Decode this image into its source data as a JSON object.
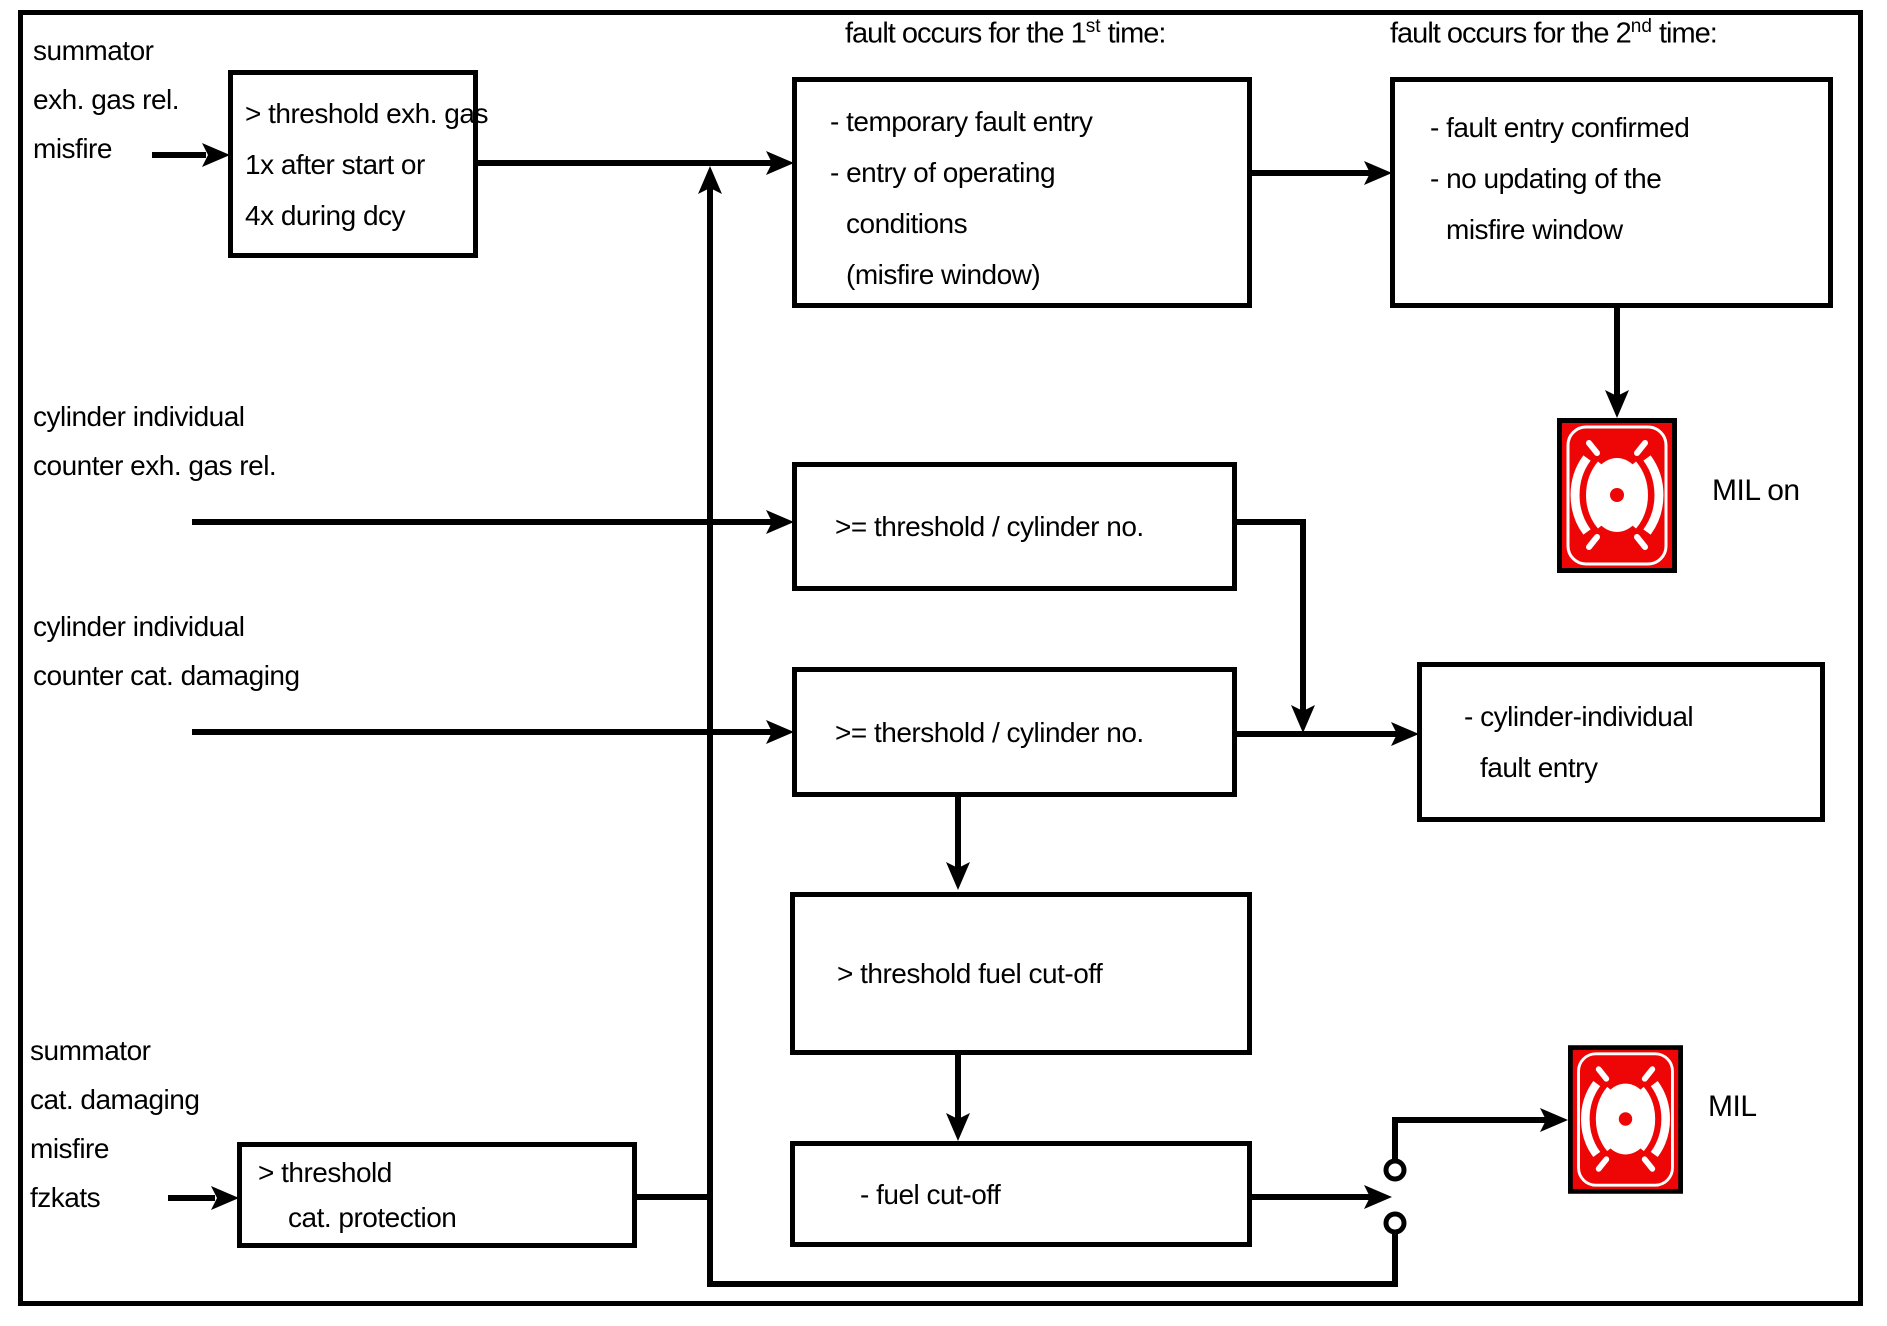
{
  "figure": {
    "headings": {
      "first_time": {
        "prefix": "fault occurs for the 1",
        "ordinal": "st",
        "suffix": " time:"
      },
      "second_time": {
        "prefix": "fault occurs for the 2",
        "ordinal": "nd",
        "suffix": " time:"
      }
    },
    "source_labels": {
      "summator_exh": {
        "lines": [
          "summator",
          "exh. gas rel.",
          "misfire"
        ]
      },
      "cyl_counter_exh": {
        "lines": [
          "cylinder individual",
          "counter exh. gas rel."
        ]
      },
      "cyl_counter_cat": {
        "lines": [
          "cylinder individual",
          "counter cat. damaging"
        ]
      },
      "summator_cat": {
        "lines": [
          "summator",
          "cat. damaging",
          "misfire",
          "fzkats"
        ]
      }
    },
    "boxes": {
      "threshold_exh_gas": {
        "lines": [
          "> threshold exh. gas",
          "1x after start or",
          "4x during dcy"
        ]
      },
      "first_time_actions": {
        "lines": [
          "- temporary fault entry",
          "- entry of operating",
          "conditions",
          "(misfire window)"
        ]
      },
      "second_time_actions": {
        "lines": [
          "- fault entry confirmed",
          "- no updating of the",
          "misfire window"
        ]
      },
      "threshold_per_cylinder_exh": {
        "text": ">= threshold / cylinder no."
      },
      "threshold_per_cylinder_cat": {
        "text": ">= thershold / cylinder no."
      },
      "cylinder_fault_entry": {
        "lines": [
          "- cylinder-individual",
          "fault entry"
        ]
      },
      "threshold_fuel_cutoff": {
        "text": "> threshold fuel cut-off"
      },
      "fuel_cutoff": {
        "text": "- fuel cut-off"
      },
      "threshold_cat_protection": {
        "lines": [
          "> threshold",
          "cat. protection"
        ]
      }
    },
    "indicators": {
      "mil_on_label": "MIL on",
      "mil_label": "MIL"
    },
    "colors": {
      "mil_red": "#ee0505",
      "line_black": "#000000"
    }
  }
}
